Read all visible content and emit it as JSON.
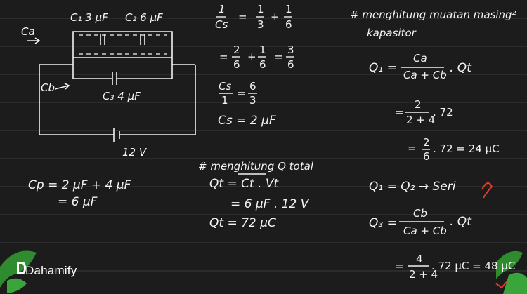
{
  "brand": {
    "name": "Dahamify",
    "accent": "#2e8b2e"
  },
  "circuit": {
    "label_ca": "Ca",
    "label_ca_top": "C₁ 3 μF",
    "label_cb_top": "C₂ 6 μF",
    "label_cb": "Cb",
    "label_c3": "C₃ 4 μF",
    "voltage": "12 V",
    "cp_line1": "Cp = 2 μF + 4 μF",
    "cp_line2": "= 6 μF"
  },
  "series_calc": {
    "line1": {
      "lhs_num": "1",
      "lhs_den": "Cs",
      "a_num": "1",
      "a_den": "3",
      "b_num": "1",
      "b_den": "6"
    },
    "line2": {
      "a_num": "2",
      "a_den": "6",
      "b_num": "1",
      "b_den": "6",
      "r_num": "3",
      "r_den": "6"
    },
    "line3": {
      "lhs_num": "Cs",
      "lhs_den": "1",
      "r_num": "6",
      "r_den": "3"
    },
    "line4": "Cs = 2 μF"
  },
  "total_charge": {
    "heading": "# menghitung Q total",
    "line1": "Qt = Ct . Vt",
    "line2": "= 6 μF . 12 V",
    "line3": "Qt = 72 μC"
  },
  "charge_each": {
    "heading": "# menghitung muatan masing²",
    "heading2": "kapasitor",
    "q1_lhs": "Q₁ =",
    "q1_num": "Ca",
    "q1_den": "Ca + Cb",
    "q1_tail": ". Qt",
    "q1_step1_num": "2",
    "q1_step1_den": "2 + 4",
    "q1_step1_tail": ". 72",
    "q1_step2_num": "2",
    "q1_step2_den": "6",
    "q1_step2_tail": ". 72 = 24 μC",
    "series_note": "Q₁ = Q₂  →  Seri",
    "q3_lhs": "Q₃ =",
    "q3_num": "Cb",
    "q3_den": "Ca + Cb",
    "q3_tail": ". Qt",
    "q3_step_num": "4",
    "q3_step_den": "2 + 4",
    "q3_step_tail": ". 72 μC = 48 μC"
  }
}
